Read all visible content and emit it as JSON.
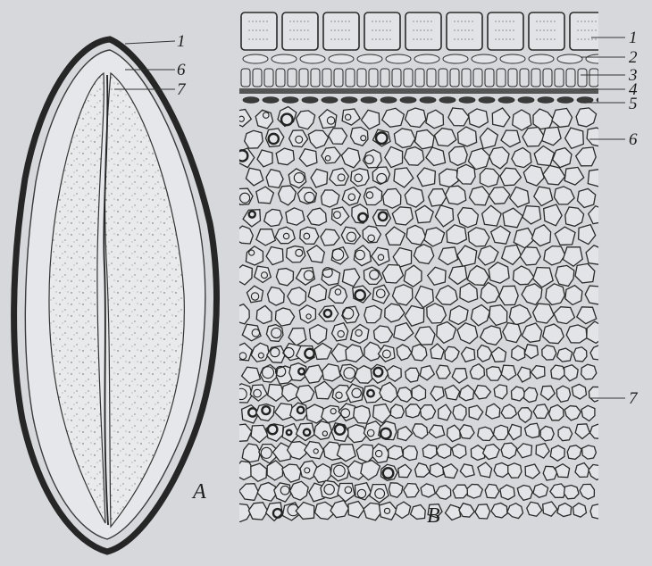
{
  "figure": {
    "panel_a": {
      "panel_label": "A",
      "callouts": [
        "1",
        "6",
        "7"
      ]
    },
    "panel_b": {
      "panel_label": "B",
      "callouts": [
        "1",
        "2",
        "3",
        "4",
        "5",
        "6",
        "7"
      ]
    },
    "colors": {
      "paper": "#d7d8dc",
      "ink": "#2a2a2a",
      "seed_fill": "#e6e7ea"
    }
  }
}
